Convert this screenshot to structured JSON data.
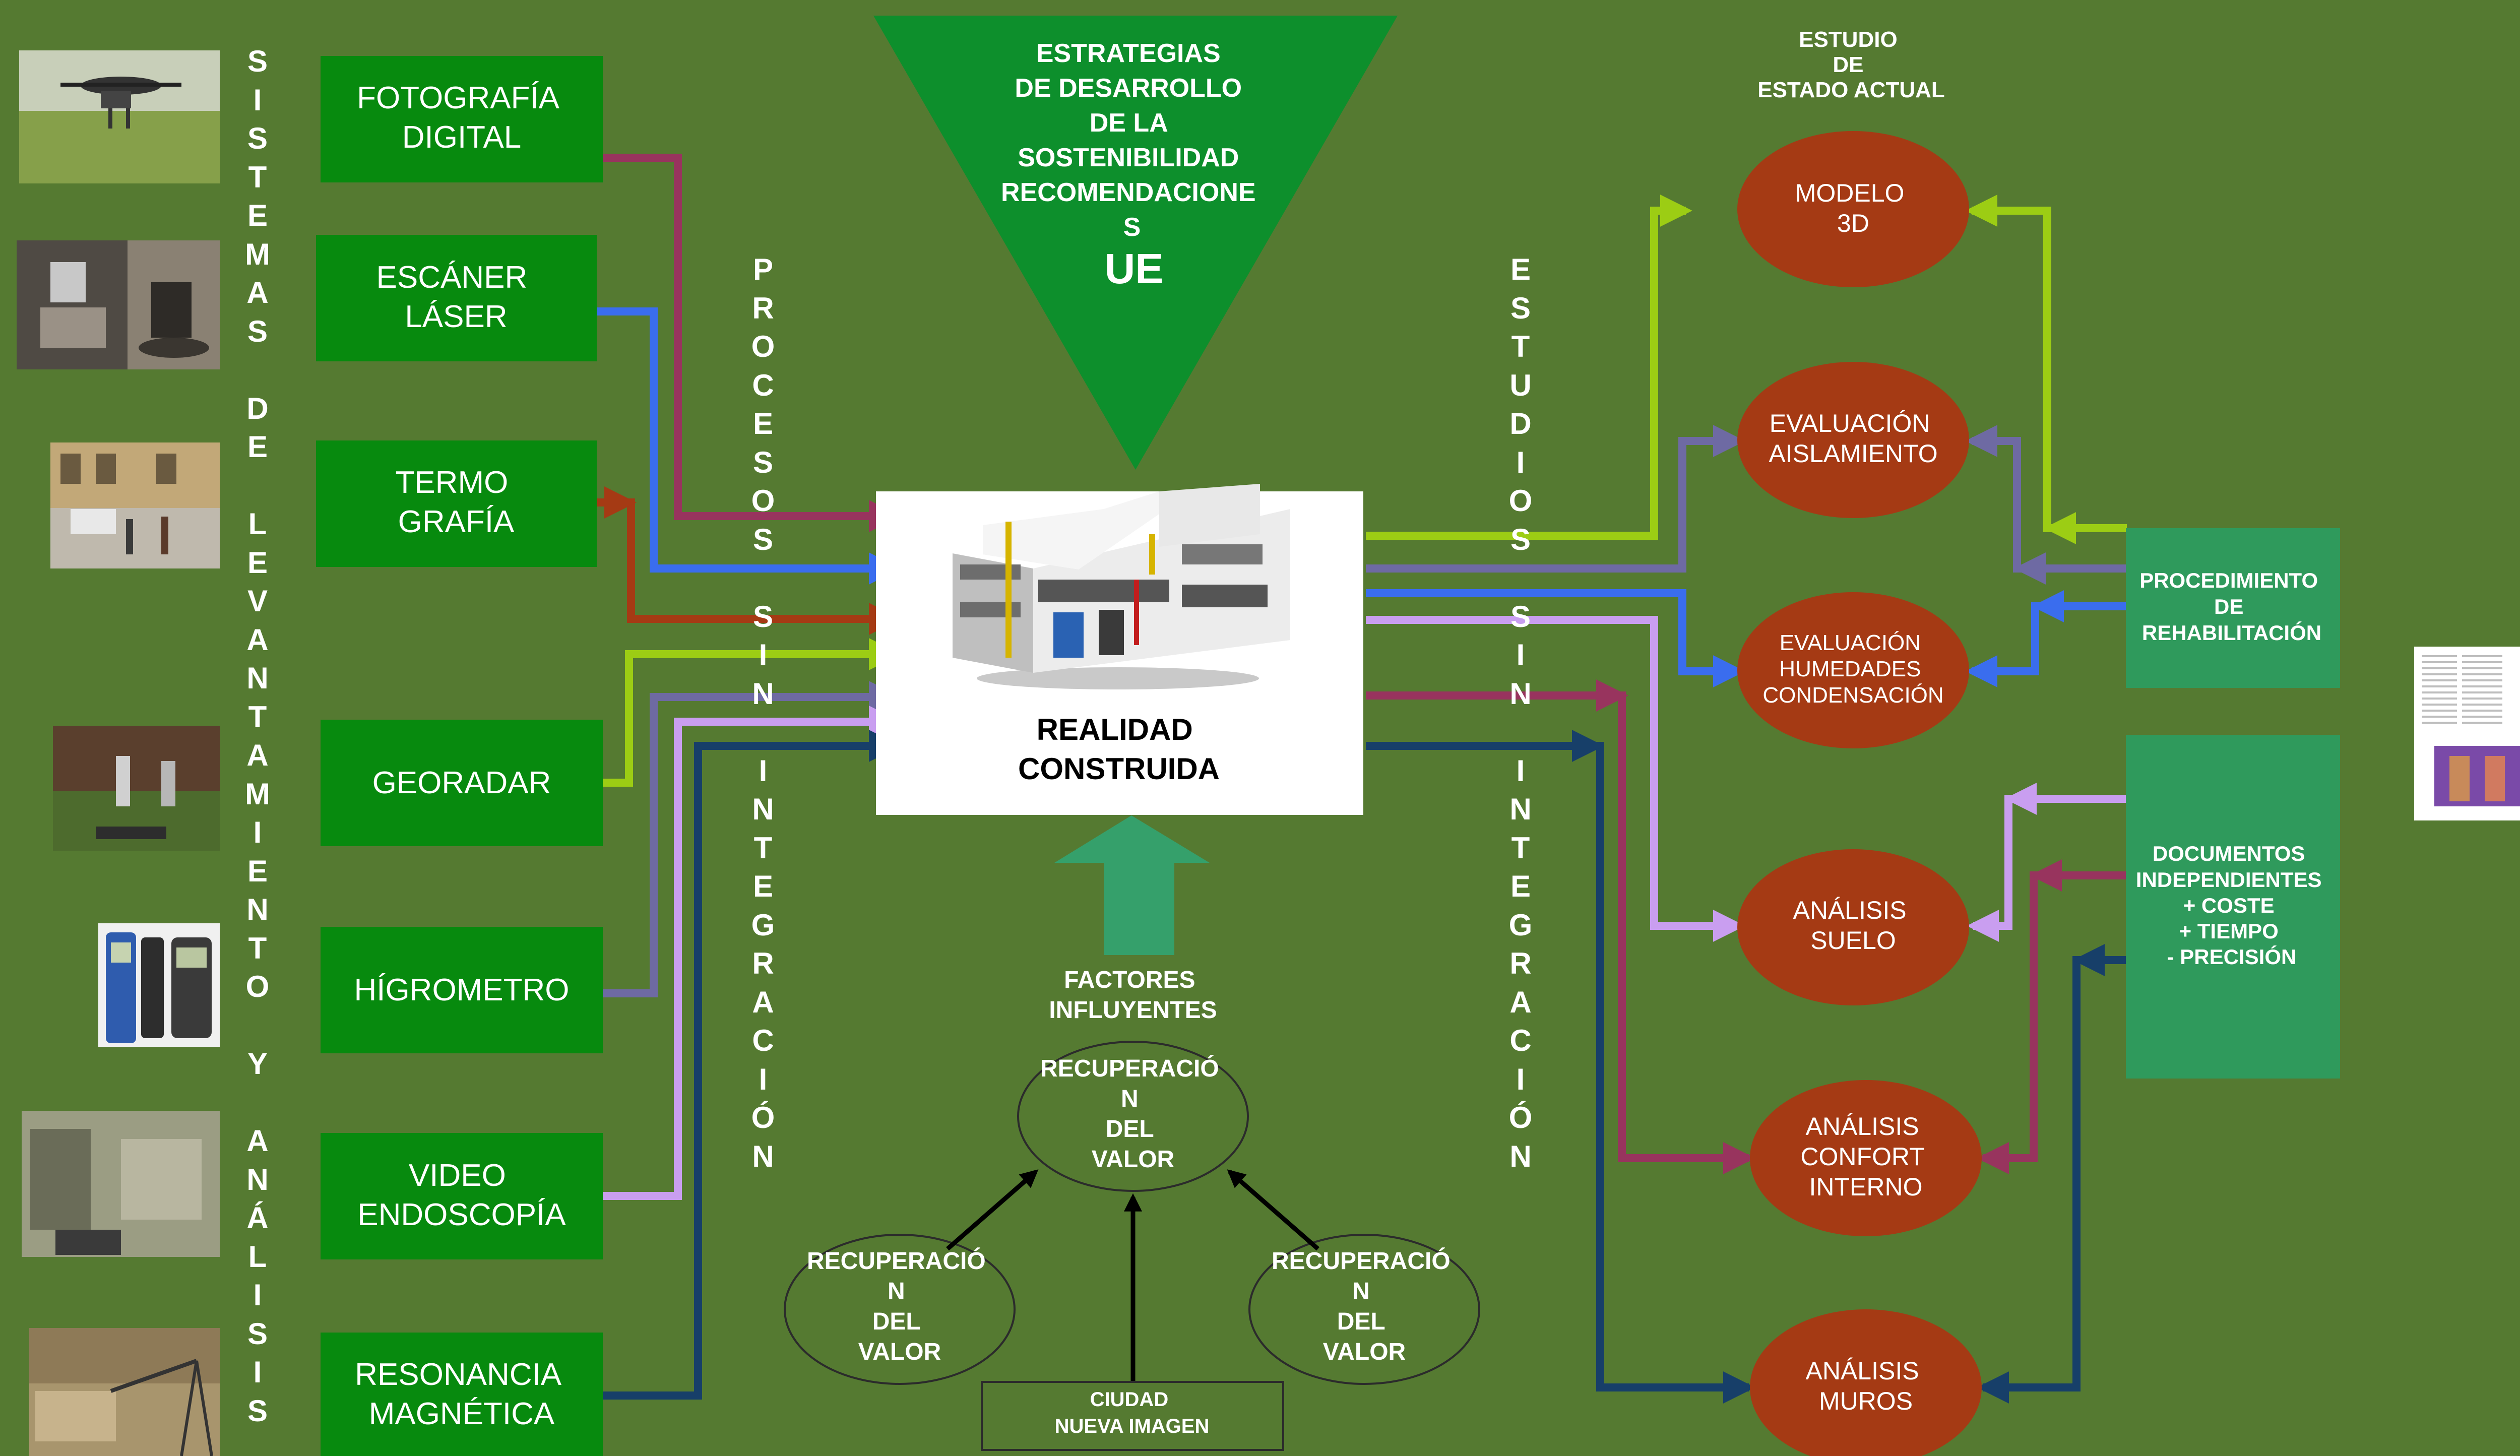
{
  "title_vertical": "SISTEMAS DE LEVANTAMIENTO Y ANÁLISIS",
  "procesos_vertical": "PROCESOS SIN INTEGRACIÓN",
  "estudios_vertical": "ESTUDIOS SIN INTEGRACIÓN",
  "inputs": [
    {
      "lines": [
        "FOTOGRAFÍA",
        "DIGITAL"
      ],
      "image": "drone-photo"
    },
    {
      "lines": [
        "ESCÁNER",
        "LÁSER"
      ],
      "image": "laser-scanner-photo"
    },
    {
      "lines": [
        "TERMO",
        "GRAFÍA"
      ],
      "image": "street-survey-photo"
    },
    {
      "lines": [
        "GEORADAR"
      ],
      "image": "georadar-photo"
    },
    {
      "lines": [
        "HÍGROMETRO"
      ],
      "image": "hygrometer-photo"
    },
    {
      "lines": [
        "VIDEO",
        "ENDOSCOPÍA"
      ],
      "image": "endoscopy-photo"
    },
    {
      "lines": [
        "RESONANCIA",
        "MAGNÉTICA"
      ],
      "image": "tripod-photo"
    }
  ],
  "strategy_triangle": [
    "ESTRATEGIAS",
    "DE DESARROLLO",
    "DE LA",
    "SOSTENIBILIDAD",
    "RECOMENDACIONE",
    "S"
  ],
  "strategy_ue": "UE",
  "center_lines": [
    "REALIDAD",
    "CONSTRUIDA"
  ],
  "factors_lines": [
    "FACTORES",
    "INFLUYENTES"
  ],
  "value_recovery": [
    "RECUPERACIÓ",
    "N",
    "DEL",
    "VALOR"
  ],
  "ciudad_lines": [
    "CIUDAD",
    "NUEVA IMAGEN"
  ],
  "estudio_header": [
    "ESTUDIO",
    "DE",
    "ESTADO ACTUAL"
  ],
  "studies": [
    {
      "lines": [
        "MODELO",
        "3D"
      ]
    },
    {
      "lines": [
        "EVALUACIÓN",
        "AISLAMIENTO"
      ]
    },
    {
      "lines": [
        "EVALUACIÓN",
        "HUMEDADES",
        "CONDENSACIÓN"
      ]
    },
    {
      "lines": [
        "ANÁLISIS",
        "SUELO"
      ]
    },
    {
      "lines": [
        "ANÁLISIS",
        "CONFORT",
        "INTERNO"
      ]
    },
    {
      "lines": [
        "ANÁLISIS",
        "MUROS"
      ]
    }
  ],
  "procedimiento": [
    "PROCEDIMIENTO",
    "DE",
    "REHABILITACIÓN"
  ],
  "documentos": [
    "DOCUMENTOS",
    "INDEPENDIENTES",
    "+ COSTE",
    "+ TIEMPO",
    "- PRECISIÓN"
  ],
  "colors": {
    "background": "#557a31",
    "input_box": "#078a0e",
    "triangle": "#0d8f2c",
    "study_ellipse": "#a53a14",
    "teal_box": "#2f9a5c",
    "up_arrow": "#35a06b",
    "maroon": "#98345e",
    "blue": "#3a6dee",
    "rust": "#a53a14",
    "lime": "#9ccd14",
    "slate": "#6e6aa3",
    "lavender": "#c99ef0",
    "navy": "#173f69"
  }
}
